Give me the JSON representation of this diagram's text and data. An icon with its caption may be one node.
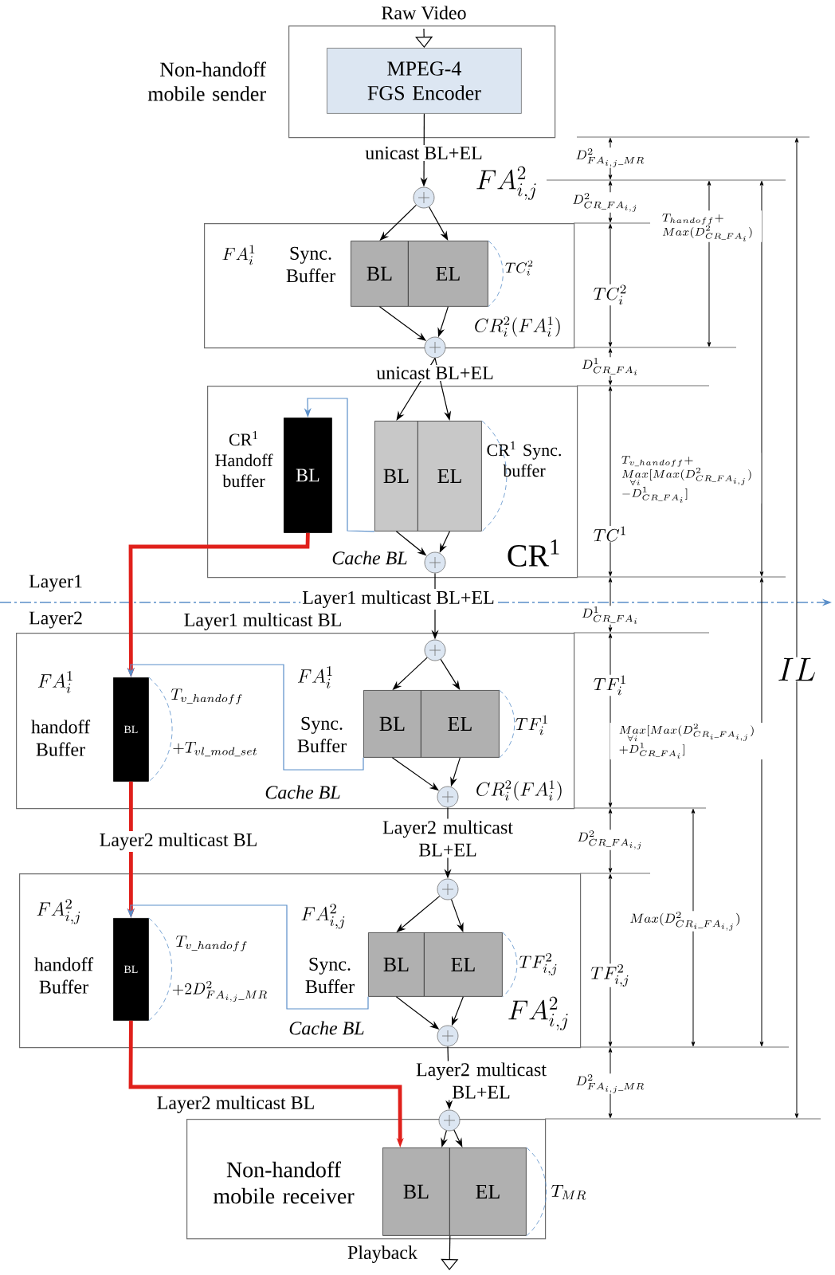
{
  "diagram": {
    "nodes": [
      {
        "text": [
          "Non-handoff mobile sender"
        ]
      },
      {
        "text": [
          "MPEG-4 FGS Encoder"
        ],
        "in": 0
      },
      {
        "text": [],
        "shape": "circle"
      },
      {
        "text": [
          "FA_{i}^{1}",
          "Sync. Buffer",
          "TC_{i}^{2}",
          "CR_{i}^{2}(FA_{i}^{1})"
        ]
      },
      {
        "text": [
          "BL"
        ],
        "in": 3
      },
      {
        "text": [
          "EL"
        ],
        "in": 3
      },
      {
        "text": [],
        "shape": "circle"
      },
      {
        "text": [
          "CR$^{1}$ Handoff buffer",
          "CR$^{1}$ Sync. buffer",
          "Cache BL",
          "CR$^{1}$"
        ]
      },
      {
        "text": [
          "BL"
        ],
        "in": 7
      },
      {
        "text": [
          "BL"
        ],
        "in": 7
      },
      {
        "text": [
          "EL"
        ],
        "in": 7
      },
      {
        "text": [],
        "shape": "circle",
        "in": 7
      },
      {
        "text": [
          "FA_{i}^{1}",
          "handoff Buffer",
          "T_{v\\_handoff}",
          "+T_{vl\\_mod\\_set}",
          "FA_{i}^{1}",
          "Sync. Buffer",
          "TF_{i}^{1}",
          "Cache BL",
          "CR_{i}^{2}(FA_{i}^{1})"
        ]
      },
      {
        "text": [],
        "shape": "circle",
        "in": 12
      },
      {
        "text": [
          "BL"
        ],
        "in": 12
      },
      {
        "text": [
          "BL"
        ],
        "in": 12
      },
      {
        "text": [
          "EL"
        ],
        "in": 12
      },
      {
        "text": [],
        "shape": "circle",
        "in": 12
      },
      {
        "text": [
          "FA_{i,j}^{2}",
          "handoff Buffer",
          "T_{v\\_handoff}",
          "+2D^{2}_{FA_{i,j}\\_MR}",
          "FA_{i,j}^{2}",
          "Sync. Buffer",
          "TF_{i,j}^{2}",
          "Cache BL",
          "FA_{i,j}^{2}"
        ]
      },
      {
        "text": [],
        "shape": "circle",
        "in": 18
      },
      {
        "text": [
          "BL"
        ],
        "in": 18
      },
      {
        "text": [
          "BL"
        ],
        "in": 18
      },
      {
        "text": [
          "EL"
        ],
        "in": 18
      },
      {
        "text": [],
        "shape": "circle",
        "in": 18
      },
      {
        "text": [
          "Non-handoff mobile receiver",
          "T_{MR}"
        ]
      },
      {
        "text": [
          "BL"
        ],
        "in": 24
      },
      {
        "text": [
          "EL"
        ],
        "in": 24
      },
      {
        "text": [],
        "shape": "circle"
      }
    ],
    "edges": [
      {
        "from": null,
        "to": 1,
        "arrow": "to",
        "label": "Raw Video"
      },
      {
        "from": 1,
        "to": 2,
        "arrow": "to",
        "label": "unicast BL+EL"
      },
      {
        "from": 2,
        "to": 4,
        "arrow": "to"
      },
      {
        "from": 2,
        "to": 5,
        "arrow": "to"
      },
      {
        "from": 4,
        "to": 6,
        "arrow": "to"
      },
      {
        "from": 5,
        "to": 6,
        "arrow": "to"
      },
      {
        "from": 6,
        "to": 9,
        "arrow": "to",
        "label": "unicast BL+EL"
      },
      {
        "from": 6,
        "to": 10,
        "arrow": "to"
      },
      {
        "from": 9,
        "to": 8,
        "arrow": "to",
        "color": "#5b8fc9"
      },
      {
        "from": 9,
        "to": 11,
        "arrow": "to"
      },
      {
        "from": 10,
        "to": 11,
        "arrow": "to"
      },
      {
        "from": 11,
        "to": 13,
        "arrow": "to",
        "label": "Layer1 multicast BL+EL"
      },
      {
        "from": 8,
        "to": 14,
        "arrow": "to",
        "label": "Layer1 multicast BL",
        "style": "thick",
        "color": "#e0201b"
      },
      {
        "from": 13,
        "to": 15,
        "arrow": "to"
      },
      {
        "from": 13,
        "to": 16,
        "arrow": "to"
      },
      {
        "from": 15,
        "to": 14,
        "arrow": "to",
        "color": "#5b8fc9"
      },
      {
        "from": 15,
        "to": 17,
        "arrow": "to"
      },
      {
        "from": 16,
        "to": 17,
        "arrow": "to"
      },
      {
        "from": 17,
        "to": 19,
        "arrow": "to",
        "label": "Layer2 multicast BL+EL"
      },
      {
        "from": 14,
        "to": 20,
        "arrow": "to",
        "label": "Layer2 multicast BL",
        "style": "thick",
        "color": "#e0201b"
      },
      {
        "from": 19,
        "to": 21,
        "arrow": "to"
      },
      {
        "from": 19,
        "to": 22,
        "arrow": "to"
      },
      {
        "from": 21,
        "to": 20,
        "arrow": "to",
        "color": "#5b8fc9"
      },
      {
        "from": 21,
        "to": 23,
        "arrow": "to"
      },
      {
        "from": 22,
        "to": 23,
        "arrow": "to"
      },
      {
        "from": 23,
        "to": 27,
        "arrow": "to",
        "label": "Layer2 multicast BL+EL"
      },
      {
        "from": 20,
        "to": 25,
        "arrow": "to",
        "label": "Layer2 multicast BL",
        "style": "thick",
        "color": "#e0201b"
      },
      {
        "from": 27,
        "to": 25,
        "arrow": "to"
      },
      {
        "from": 27,
        "to": 26,
        "arrow": "to"
      },
      {
        "from": 25,
        "to": null,
        "arrow": "to",
        "label": "Playback"
      }
    ],
    "labels": [
      "FA^{2}_{i,j}",
      "D^{2}_{FA_{i,j}\\_MR}",
      "D^{2}_{CR\\_FA_{i,j}}",
      "\\begin{array}{l}T_{handoff}+\\\\ Max(D^{2}_{CR\\_FA_{i}})\\end{array}",
      "TC_{i}^{2}",
      "D^{1}_{CR\\_FA_{i}}",
      "\\begin{array}{l}T_{v\\_handoff}+\\\\ \\underset{\\forall i}{Max}[Max(D^{2}_{CR\\_FA_{i,j}})\\\\ -D^{1}_{CR\\_FA_{i}}]\\end{array}",
      "TC^{1}",
      "Layer1",
      "D^{1}_{CR\\_FA_{i}}",
      "IL",
      "Layer2",
      "TF_{i}^{1}",
      "\\begin{array}{l}\\underset{\\forall i}{Max}[Max(D^{2}_{CR_{i}\\_FA_{i,j}})\\\\ +D^{1}_{CR\\_FA_{i}}]\\end{array}",
      "D^{2}_{CR\\_FA_{i,j}}",
      "Max(D^{2}_{CR_{i}\\_FA_{i,j}})",
      "TF_{i,j}^{2}",
      "D^{2}_{FA_{i,j}\\_MR}"
    ]
  }
}
